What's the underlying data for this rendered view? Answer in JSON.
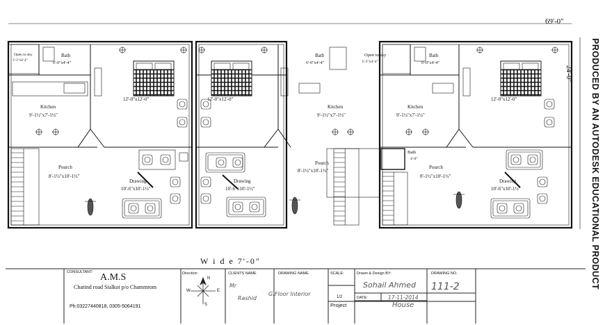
{
  "drawing": {
    "overall_width": "69'-0\"",
    "overall_depth": "24'-0\"",
    "wide_label": "W  i  d  e   7'-0\"",
    "side_banner": "PRODUCED BY AN AUTODESK EDUCATIONAL PRODUCT"
  },
  "units": [
    {
      "open_to_sky": {
        "name": "Open to sky",
        "size": "3'-3\"x4'-4\""
      },
      "bath": {
        "name": "Bath",
        "size": "6'-0\"x4'-4\""
      },
      "bedroom": {
        "size": "12'-0\"x12'-0\""
      },
      "kitchen": {
        "name": "Kitchen",
        "size": "9'-1½\"x7'-1½\""
      },
      "pourch": {
        "name": "Pourch",
        "size": "8'-1½\"x10'-1½\""
      },
      "drawing": {
        "name": "Drawing",
        "size": "10'-6\"x10'-1½\""
      }
    },
    {
      "bedroom": {
        "size": "12'-0\"x12'-0\""
      },
      "bath": {
        "name": "Bath",
        "size": "6'-0\"x4'-4\""
      },
      "kitchen": {
        "name": "Kitchen",
        "size": "9'-1½\"x7'-1½\""
      },
      "pourch": {
        "name": "Pourch",
        "size": "8'-1½\"x10'-1½\""
      },
      "drawing": {
        "name": "Drawing",
        "size": "10'-6\"x10'-1½\""
      }
    },
    {
      "open_to_sky": {
        "name": "Open to sky",
        "size": "3'-3\"x4'-4\""
      },
      "bath": {
        "name": "Bath",
        "size": "6'-0\"x4'-4\""
      },
      "bedroom": {
        "size": "12'-0\"x12'-0\""
      },
      "kitchen": {
        "name": "Kitchen",
        "size": "9'-1½\"x7'-1½\""
      },
      "bath_small": {
        "name": "Bath",
        "size": "4'-0\""
      },
      "pourch": {
        "name": "Pourch",
        "size": "8'-1½\"x10'-1½\""
      },
      "drawing": {
        "name": "Drawing",
        "size": "10'-6\"x10'-1½\""
      }
    }
  ],
  "title_block": {
    "consultant_label": "CONSULTANT:",
    "consultant_name": "A.M.S",
    "consultant_address": "Charind road Sialkot p/o Chammrom",
    "consultant_phone": "Ph:03227440818,    0305-5064191",
    "direction_label": "Direction",
    "compass": {
      "n": "N",
      "s": "S",
      "e": "E",
      "w": "W"
    },
    "clients_label": "CLIENTS NAME",
    "client_title": "Mr",
    "client_name": "Rashid",
    "drawing_name_label": "DRAWING NAME",
    "drawing_name": "G:Floor Interior",
    "scale_label": "SCALE:",
    "scale_value": "1/2",
    "drawn_by_label": "Drawn & Design BY:",
    "drawn_by": "Sohail Ahmed",
    "date_label": "DATE:",
    "date_value": "17-11-2014",
    "drawing_no_label": "DRAWING NO.",
    "drawing_no": "111-2",
    "project_label": "Project",
    "project_value": "House"
  }
}
